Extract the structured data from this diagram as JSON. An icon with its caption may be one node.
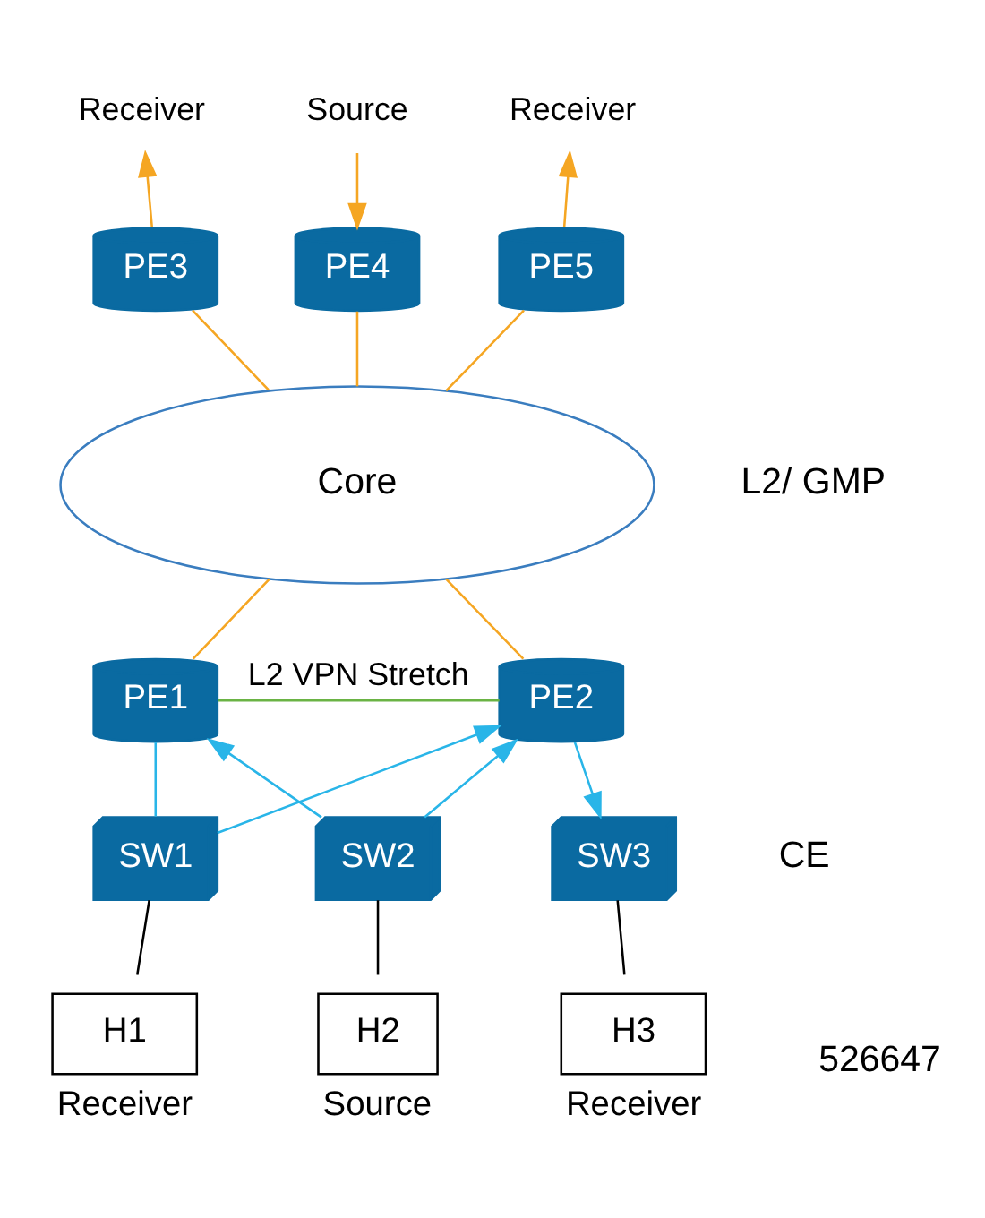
{
  "diagram": {
    "nodes": [
      {
        "text": [
          "Receiver"
        ]
      },
      {
        "text": [
          "Source"
        ]
      },
      {
        "text": [
          "Receiver"
        ]
      },
      {
        "text": [
          "PE3"
        ]
      },
      {
        "text": [
          "PE4"
        ]
      },
      {
        "text": [
          "PE5"
        ]
      },
      {
        "text": [
          "Core"
        ]
      },
      {
        "text": [
          "PE1"
        ]
      },
      {
        "text": [
          "PE2"
        ]
      },
      {
        "text": [
          "SW1"
        ]
      },
      {
        "text": [
          "SW2"
        ]
      },
      {
        "text": [
          "SW3"
        ]
      },
      {
        "text": [
          "H1"
        ],
        "beside": [
          "Receiver"
        ]
      },
      {
        "text": [
          "H2"
        ],
        "beside": [
          "Source"
        ]
      },
      {
        "text": [
          "H3"
        ],
        "beside": [
          "Receiver"
        ]
      }
    ],
    "edges": [
      {
        "from": 3,
        "to": 0,
        "arrow": "to",
        "color": "#f5a623"
      },
      {
        "from": 1,
        "to": 4,
        "arrow": "to",
        "color": "#f5a623"
      },
      {
        "from": 5,
        "to": 2,
        "arrow": "to",
        "color": "#f5a623"
      },
      {
        "from": 3,
        "to": 6,
        "arrow": "none",
        "color": "#f5a623"
      },
      {
        "from": 4,
        "to": 6,
        "arrow": "none",
        "color": "#f5a623"
      },
      {
        "from": 5,
        "to": 6,
        "arrow": "none",
        "color": "#f5a623"
      },
      {
        "from": 6,
        "to": 7,
        "arrow": "none",
        "color": "#f5a623"
      },
      {
        "from": 6,
        "to": 8,
        "arrow": "none",
        "color": "#f5a623"
      },
      {
        "from": 7,
        "to": 8,
        "arrow": "none",
        "label": "L2 VPN Stretch",
        "color": "#6ab344"
      },
      {
        "from": 9,
        "to": 7,
        "arrow": "none",
        "color": "#29b5e8"
      },
      {
        "from": 9,
        "to": 8,
        "arrow": "to",
        "color": "#29b5e8"
      },
      {
        "from": 10,
        "to": 7,
        "arrow": "to",
        "color": "#29b5e8"
      },
      {
        "from": 10,
        "to": 8,
        "arrow": "to",
        "color": "#29b5e8"
      },
      {
        "from": 8,
        "to": 11,
        "arrow": "to",
        "color": "#29b5e8"
      },
      {
        "from": 9,
        "to": 12,
        "arrow": "none",
        "color": "#000000"
      },
      {
        "from": 10,
        "to": 13,
        "arrow": "none",
        "color": "#000000"
      },
      {
        "from": 11,
        "to": 14,
        "arrow": "none",
        "color": "#000000"
      }
    ],
    "labels": [
      "L2/ GMP",
      "CE",
      "526647"
    ]
  }
}
